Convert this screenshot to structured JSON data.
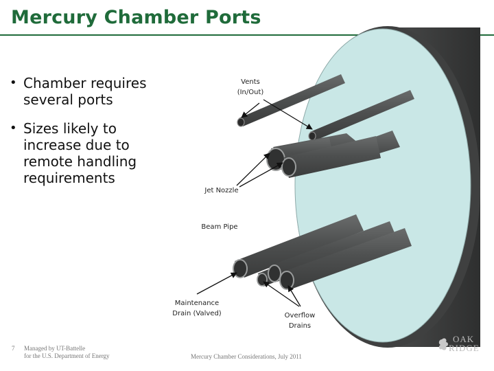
{
  "slide": {
    "title": "Mercury Chamber Ports",
    "bullets": [
      "Chamber requires several ports",
      "Sizes likely to increase due to remote handling requirements"
    ]
  },
  "diagram": {
    "labels": {
      "vents_line1": "Vents",
      "vents_line2": "(In/Out)",
      "jet_nozzle": "Jet Nozzle",
      "beam_pipe": "Beam Pipe",
      "maintenance_line1": "Maintenance",
      "maintenance_line2": "Drain (Valved)",
      "overflow_line1": "Overflow",
      "overflow_line2": "Drains"
    },
    "colors": {
      "chamber_face": "#c9e7e6",
      "chamber_body": "#505151",
      "pipe": "#575959",
      "title_green": "#1f6b3a"
    }
  },
  "footer": {
    "page_number": "7",
    "managed_line1": "Managed by UT-Battelle",
    "managed_line2": "for the U.S. Department of Energy",
    "center_text": "Mercury Chamber Considerations, July 2011",
    "logo_line1": "OAK",
    "logo_line2": "RIDGE"
  }
}
